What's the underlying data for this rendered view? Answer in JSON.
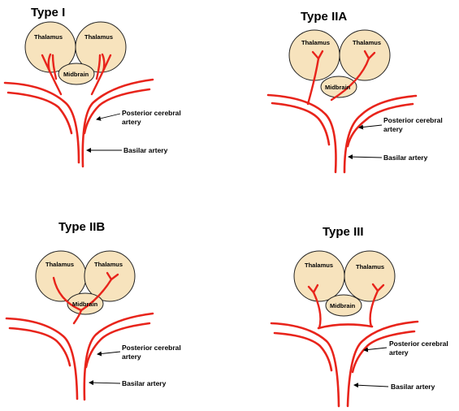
{
  "panels": [
    {
      "title": "Type I",
      "thalamus_left": "Thalamus",
      "thalamus_right": "Thalamus",
      "midbrain": "Midbrain",
      "pca_label_1": "Posterior cerebral",
      "pca_label_2": "artery",
      "basilar_label": "Basilar artery"
    },
    {
      "title": "Type IIA",
      "thalamus_left": "Thalamus",
      "thalamus_right": "Thalamus",
      "midbrain": "Midbrain",
      "pca_label_1": "Posterior cerebral",
      "pca_label_2": "artery",
      "basilar_label": "Basilar artery"
    },
    {
      "title": "Type IIB",
      "thalamus_left": "Thalamus",
      "thalamus_right": "Thalamus",
      "midbrain": "Midbrain",
      "pca_label_1": "Posterior cerebral",
      "pca_label_2": "artery",
      "basilar_label": "Basilar artery"
    },
    {
      "title": "Type III",
      "thalamus_left": "Thalamus",
      "thalamus_right": "Thalamus",
      "midbrain": "Midbrain",
      "pca_label_1": "Posterior cerebral",
      "pca_label_2": "artery",
      "basilar_label": "Basilar artery"
    }
  ],
  "colors": {
    "artery": "#e8241b",
    "brain_fill": "#f7e3bd",
    "outline": "#222222"
  }
}
